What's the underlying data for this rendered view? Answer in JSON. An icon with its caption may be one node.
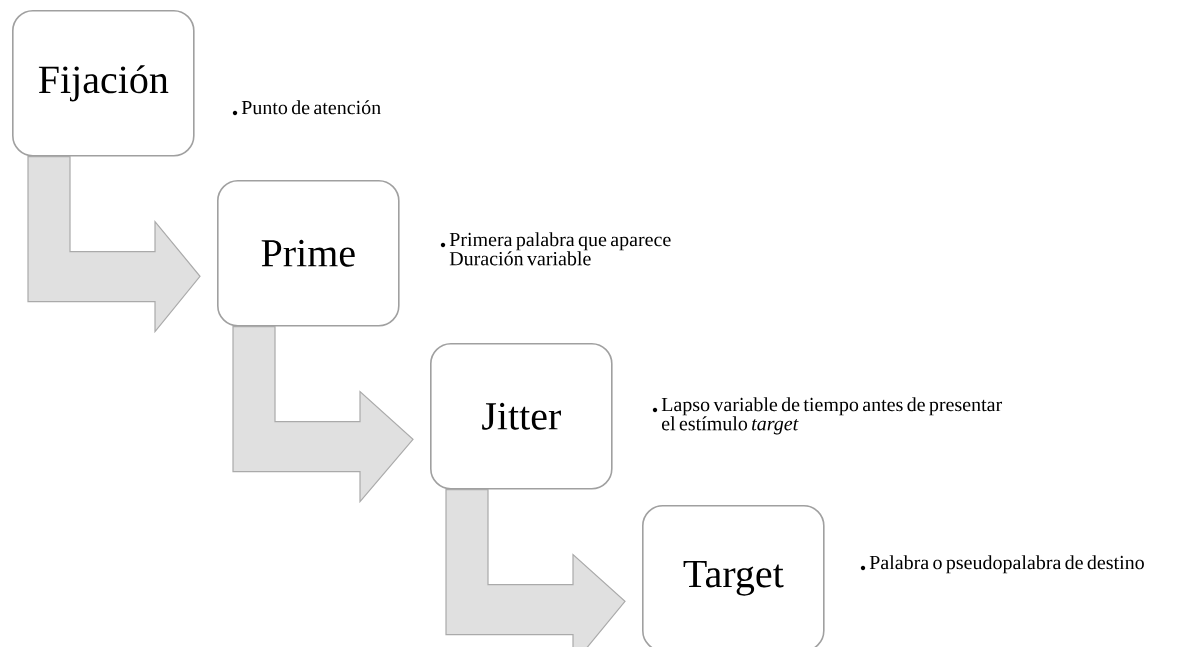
{
  "diagram": {
    "nodes": [
      {
        "text": [
          "Fijación"
        ],
        "beside": [
          "Punto de atención"
        ]
      },
      {
        "text": [
          "Prime"
        ],
        "beside": [
          "Primera palabra que aparece Duración variable"
        ]
      },
      {
        "text": [
          "Jitter"
        ],
        "beside": [
          "Lapso variable de tiempo antes de presentar el estímulo *target*"
        ]
      },
      {
        "text": [
          "Target"
        ],
        "beside": [
          "Palabra o pseudopalabra de destino"
        ]
      }
    ],
    "edges": [
      {
        "from": 0,
        "to": 1,
        "arrow": "to"
      },
      {
        "from": 1,
        "to": 2,
        "arrow": "to"
      },
      {
        "from": 2,
        "to": 3,
        "arrow": "to"
      }
    ]
  }
}
